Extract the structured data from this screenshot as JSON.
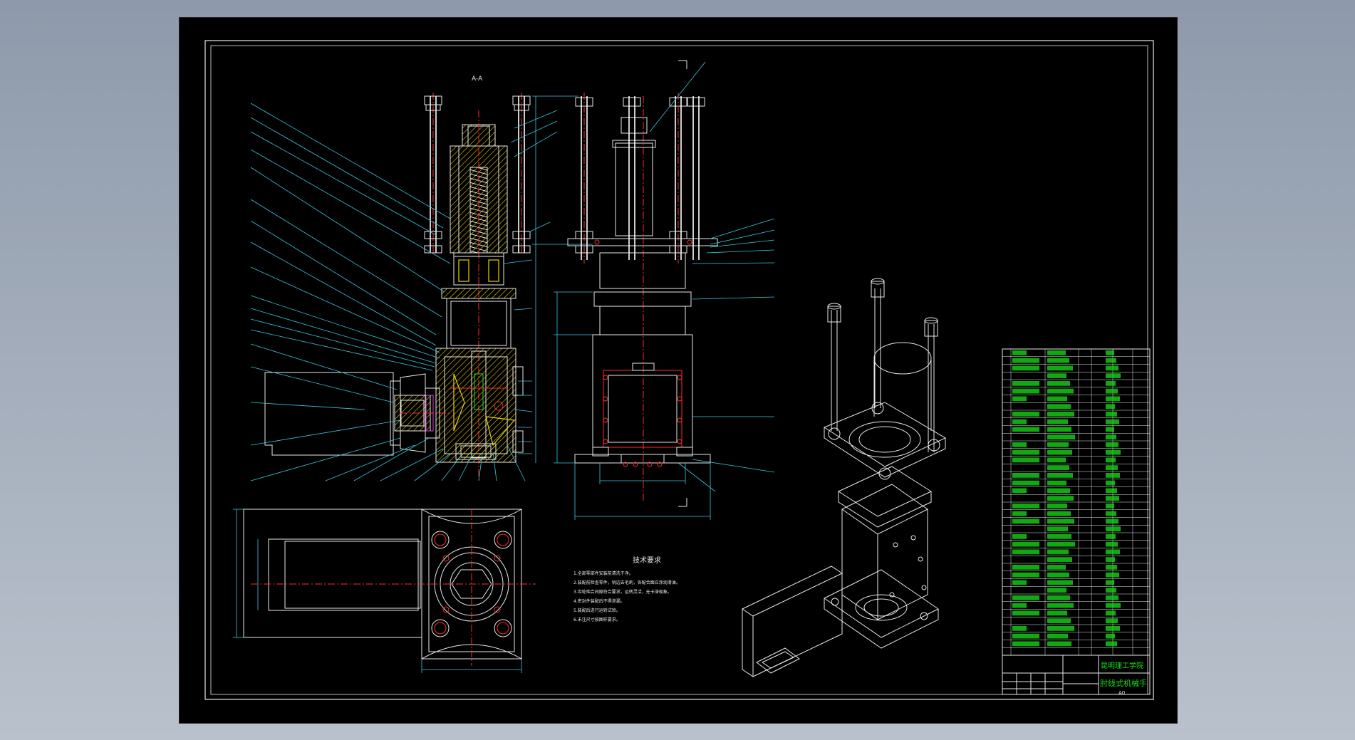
{
  "drawing": {
    "technical_requirements_title": "技术要求",
    "technical_requirements": [
      "1.全部零部件安装前清洗干净。",
      "2.装配前检查零件，锐边去毛刺，各配合面应涂润滑油。",
      "3.齿轮啮合间隙符合要求，运转灵活，无卡滞现象。",
      "4.密封件装配后不得渗漏。",
      "5.装配后进行运转试验。",
      "6.未注尺寸按图样要求。"
    ],
    "title_block": {
      "school": "昆明理工学院",
      "drawing_name": "肘线式机械手",
      "sheet": "A0"
    }
  },
  "colors": {
    "background": "#000000",
    "outline": "#e8e8e8",
    "center_lines": "#ff2a2a",
    "leaders": "#37c8e0",
    "table_text": "#18e018",
    "hatch": "#e8d000"
  }
}
